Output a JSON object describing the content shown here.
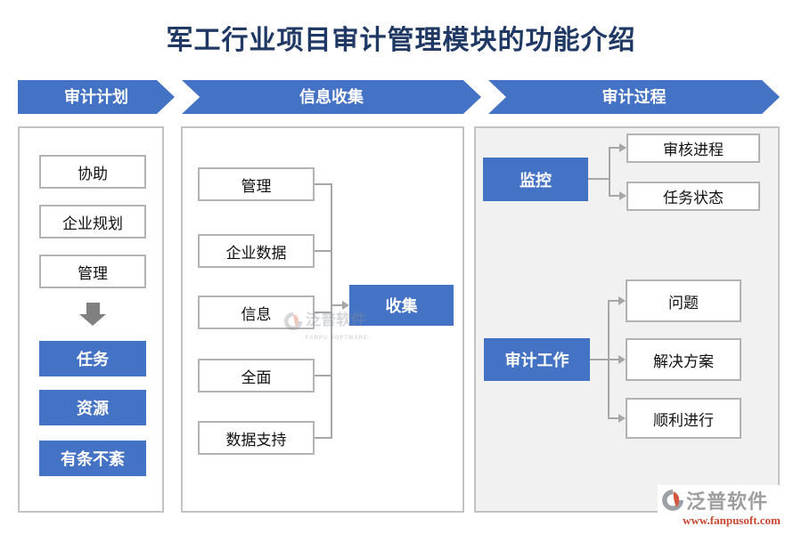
{
  "title": "军工行业项目审计管理模块的功能介绍",
  "stages": [
    {
      "label": "审计计划"
    },
    {
      "label": "信息收集"
    },
    {
      "label": "审计过程"
    }
  ],
  "audit_plan": {
    "inputs": [
      "协助",
      "企业规划",
      "管理"
    ],
    "outputs": [
      "任务",
      "资源",
      "有条不紊"
    ]
  },
  "info_collection": {
    "sources": [
      "管理",
      "企业数据",
      "信息",
      "全面",
      "数据支持"
    ],
    "target": "收集"
  },
  "audit_process": {
    "monitor": {
      "label": "监控",
      "items": [
        "审核进程",
        "任务状态"
      ]
    },
    "work": {
      "label": "审计工作",
      "items": [
        "问题",
        "解决方案",
        "顺利进行"
      ]
    }
  },
  "watermark": {
    "brand": "泛普软件",
    "sub": "FANPU SOFTWARE"
  },
  "logo": {
    "brand": "泛普软件",
    "url": "www.fanpusoft.com"
  },
  "colors": {
    "accent": "#4472c4",
    "title_navy": "#1f3864",
    "panel3_bg": "#f1f1f1",
    "connector_gray": "#a6a6a6",
    "down_arrow_gray": "#808080",
    "logo_red": "#c9452f"
  }
}
